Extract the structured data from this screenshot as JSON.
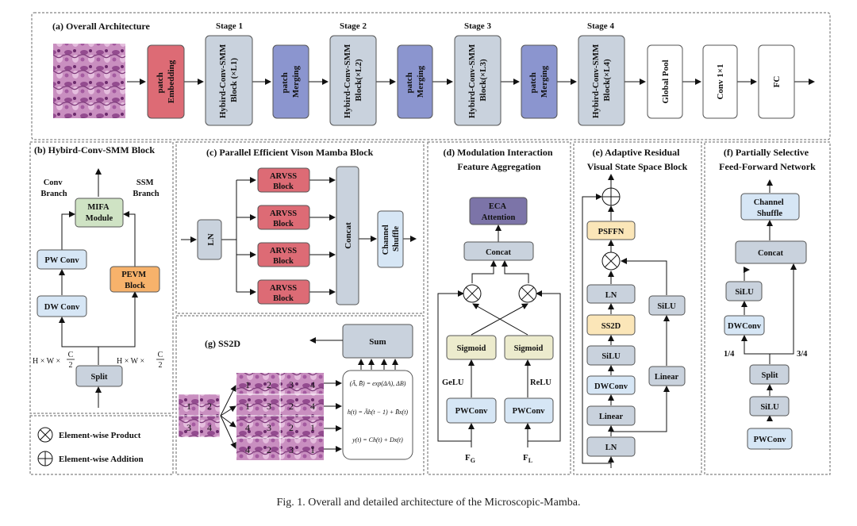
{
  "panels": {
    "a": {
      "title": "(a) Overall Architecture",
      "stages": [
        "Stage 1",
        "Stage 2",
        "Stage 3",
        "Stage 4"
      ],
      "blocks": {
        "patch_embedding": [
          "patch",
          "Embedding"
        ],
        "hybrid1": [
          "Hybird-Conv-SMM",
          "Block (×L1)"
        ],
        "merge1": [
          "patch",
          "Merging"
        ],
        "hybrid2": [
          "Hybird-Conv-SMM",
          "Block(×L2)"
        ],
        "merge2": [
          "patch",
          "Merging"
        ],
        "hybrid3": [
          "Hybird-Conv-SMM",
          "Block(×L3)"
        ],
        "merge3": [
          "patch",
          "Merging"
        ],
        "hybrid4": [
          "Hybird-Conv-SMM",
          "Block(×L4)"
        ],
        "global_pool": "Global Pool",
        "conv": "Conv 1×1",
        "fc": "FC"
      }
    },
    "b": {
      "title": "(b) Hybird-Conv-SMM Block",
      "conv_branch": [
        "Conv",
        "Branch"
      ],
      "ssm_branch": [
        "SSM",
        "Branch"
      ],
      "mifa": [
        "MIFA",
        "Module"
      ],
      "pw_conv": "PW Conv",
      "dw_conv": "DW Conv",
      "pevm": [
        "PEVM",
        "Block"
      ],
      "split": "Split",
      "dim_prefix": "H × W ×",
      "dim_num": "C",
      "dim_den": "2"
    },
    "c": {
      "title": "(c) Parallel Efficient Vison Mamba Block",
      "ln": "LN",
      "arvss": [
        "ARVSS",
        "Block"
      ],
      "concat": "Concat",
      "shuffle": [
        "Channel",
        "Shuffle"
      ]
    },
    "d": {
      "title": [
        "(d) Modulation Interaction",
        "Feature Aggregation"
      ],
      "eca": [
        "ECA",
        "Attention"
      ],
      "concat": "Concat",
      "sigmoid": "Sigmoid",
      "gelu": "GeLU",
      "relu": "ReLU",
      "pwconv": "PWConv",
      "fg": "F",
      "fg_sub": "G",
      "fl": "F",
      "fl_sub": "L"
    },
    "e": {
      "title": [
        "(e) Adaptive Residual",
        "Visual State Space Block"
      ],
      "psffn": "PSFFN",
      "ln": "LN",
      "ss2d": "SS2D",
      "silu": "SiLU",
      "dwconv": "DWConv",
      "linear": "Linear"
    },
    "f": {
      "title": [
        "(f) Partially Selective",
        "Feed-Forward Network"
      ],
      "shuffle": [
        "Channel",
        "Shuffle"
      ],
      "concat": "Concat",
      "silu": "SiLU",
      "dwconv": "DWConv",
      "split": "Split",
      "pwconv": "PWConv",
      "frac_left": "1/4",
      "frac_right": "3/4"
    },
    "g": {
      "title": "(g) SS2D",
      "sum": "Sum",
      "left_grid": [
        "1",
        "2",
        "3",
        "4"
      ],
      "scan_grids": [
        [
          "1",
          "2",
          "3",
          "4"
        ],
        [
          "1",
          "3",
          "2",
          "4"
        ],
        [
          "4",
          "3",
          "2",
          "1"
        ],
        [
          "4",
          "2",
          "3",
          "1"
        ]
      ],
      "eq1": "(Ā, B̄) = exp(ΔA), ΔB)",
      "eq2": "h(t) = Āh(t − 1) + B̄x(t)",
      "eq3": "y(t) = Ch(t) + Dx(t)"
    },
    "legend": {
      "product": "Element-wise Product",
      "addition": "Element-wise Addition"
    }
  },
  "caption": "Fig. 1.  Overall and detailed architecture of the Microscopic-Mamba.",
  "colors": {
    "red": "#dd6b75",
    "blue": "#8b95cf",
    "gray": "#c9d2dd",
    "lightgray": "#dfe4ea",
    "green": "#cfe3c4",
    "orange": "#f7b26b",
    "lightblue": "#d6e6f5",
    "cream": "#ecebcd",
    "yellow": "#fbe6b8",
    "purple": "#7c74a8"
  }
}
